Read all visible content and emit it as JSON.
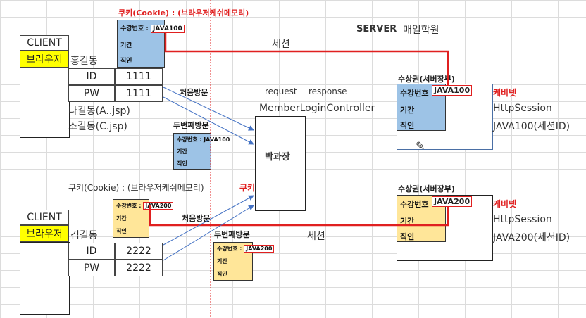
{
  "top_cookie_label": "쿠키(Cookie) : (브라우저케쉬메모리)",
  "server_label": "SERVER",
  "academy": "매일학원",
  "session_top": "세션",
  "session_bottom": "세션",
  "client1": {
    "title": "CLIENT",
    "browser": "브라우저",
    "user": "홍길동",
    "id_label": "ID",
    "id_value": "1111",
    "pw_label": "PW",
    "pw_value": "1111",
    "other1": "나길동(A..jsp)",
    "other2": "조길동(C.jsp)"
  },
  "client2": {
    "title": "CLIENT",
    "browser": "브라우저",
    "user": "김길동",
    "id_label": "ID",
    "id_value": "2222",
    "pw_label": "PW",
    "pw_value": "2222"
  },
  "card_top": {
    "k1": "수강번호 :",
    "v1": "JAVA100",
    "k2": "기간",
    "k3": "직인"
  },
  "card_mid": {
    "k1": "수강번호 : JAVA100",
    "k2": "기간",
    "k3": "직인"
  },
  "card_low1": {
    "k1": "수강번호 :",
    "v1": "JAVA200",
    "k2": "기간",
    "k3": "직인"
  },
  "card_low2": {
    "k1": "수강번호 :",
    "v1": "JAVA200",
    "k2": "기간",
    "k3": "직인"
  },
  "first_visit_1": "처음방문",
  "second_visit_1": "두번째방문",
  "bottom_cookie_label": "쿠키(Cookie) :  (브라우저케쉬메모리)",
  "cookie_short": "쿠키",
  "first_visit_2": "처음방문",
  "second_visit_2": "두번째방문",
  "request": "request",
  "response": "response",
  "controller": "MemberLoginController",
  "clerk": "박과장",
  "server1": {
    "title": "수상권(서버장부)",
    "k1": "수강번호 :",
    "v1": "JAVA100",
    "k2": "기간",
    "k3": "직인",
    "cabinet": "케비넷",
    "http": "HttpSession",
    "sessionid": "JAVA100(세션ID)"
  },
  "server2": {
    "title": "수상권(서버장부)",
    "k1": "수강번호 :",
    "v1": "JAVA200",
    "k2": "기간",
    "k3": "직인",
    "cabinet": "케비넷",
    "http": "HttpSession",
    "sessionid": "JAVA200(세션ID)"
  },
  "colors": {
    "red": "#e02020",
    "blue_card": "#9dc3e6",
    "tan_card": "#ffe699",
    "arrow": "#4472c4",
    "highlight": "#ffff00"
  }
}
